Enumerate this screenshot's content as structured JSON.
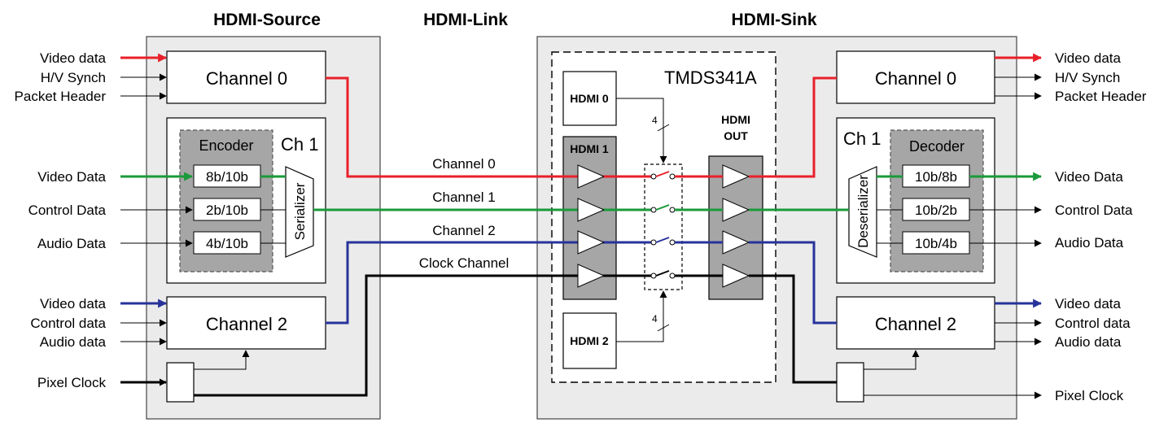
{
  "headers": {
    "source": "HDMI-Source",
    "link": "HDMI-Link",
    "sink": "HDMI-Sink"
  },
  "source": {
    "channel0": "Channel 0",
    "channel2": "Channel 2",
    "ch1": "Ch 1",
    "encoder": "Encoder",
    "enc": [
      "8b/10b",
      "2b/10b",
      "4b/10b"
    ],
    "serializer": "Serializer"
  },
  "sink": {
    "channel0": "Channel 0",
    "channel2": "Channel 2",
    "ch1": "Ch 1",
    "decoder": "Decoder",
    "dec": [
      "10b/8b",
      "10b/2b",
      "10b/4b"
    ],
    "deserializer": "Deserializer"
  },
  "tmds": {
    "name": "TMDS341A",
    "hdmi0": "HDMI 0",
    "hdmi1": "HDMI 1",
    "hdmi2": "HDMI 2",
    "out": [
      "HDMI",
      "OUT"
    ],
    "bus_width": "4"
  },
  "link_labels": [
    "Channel 0",
    "Channel 1",
    "Channel 2",
    "Clock Channel"
  ],
  "left_inputs": {
    "group1": [
      "Video data",
      "H/V Synch",
      "Packet Header"
    ],
    "group2": [
      "Video Data",
      "Control Data",
      "Audio Data"
    ],
    "group3": [
      "Video data",
      "Control data",
      "Audio data"
    ],
    "pixel_clock": "Pixel Clock"
  },
  "right_outputs": {
    "group1": [
      "Video data",
      "H/V Synch",
      "Packet Header"
    ],
    "group2": [
      "Video Data",
      "Control Data",
      "Audio Data"
    ],
    "group3": [
      "Video data",
      "Control data",
      "Audio data"
    ],
    "pixel_clock": "Pixel Clock"
  },
  "colors": {
    "channel0": "#e8202a",
    "channel1": "#1a9a3a",
    "channel2": "#27339a",
    "clock": "#000000",
    "panel": "#ebebeb",
    "shade": "#a6a6a6"
  }
}
